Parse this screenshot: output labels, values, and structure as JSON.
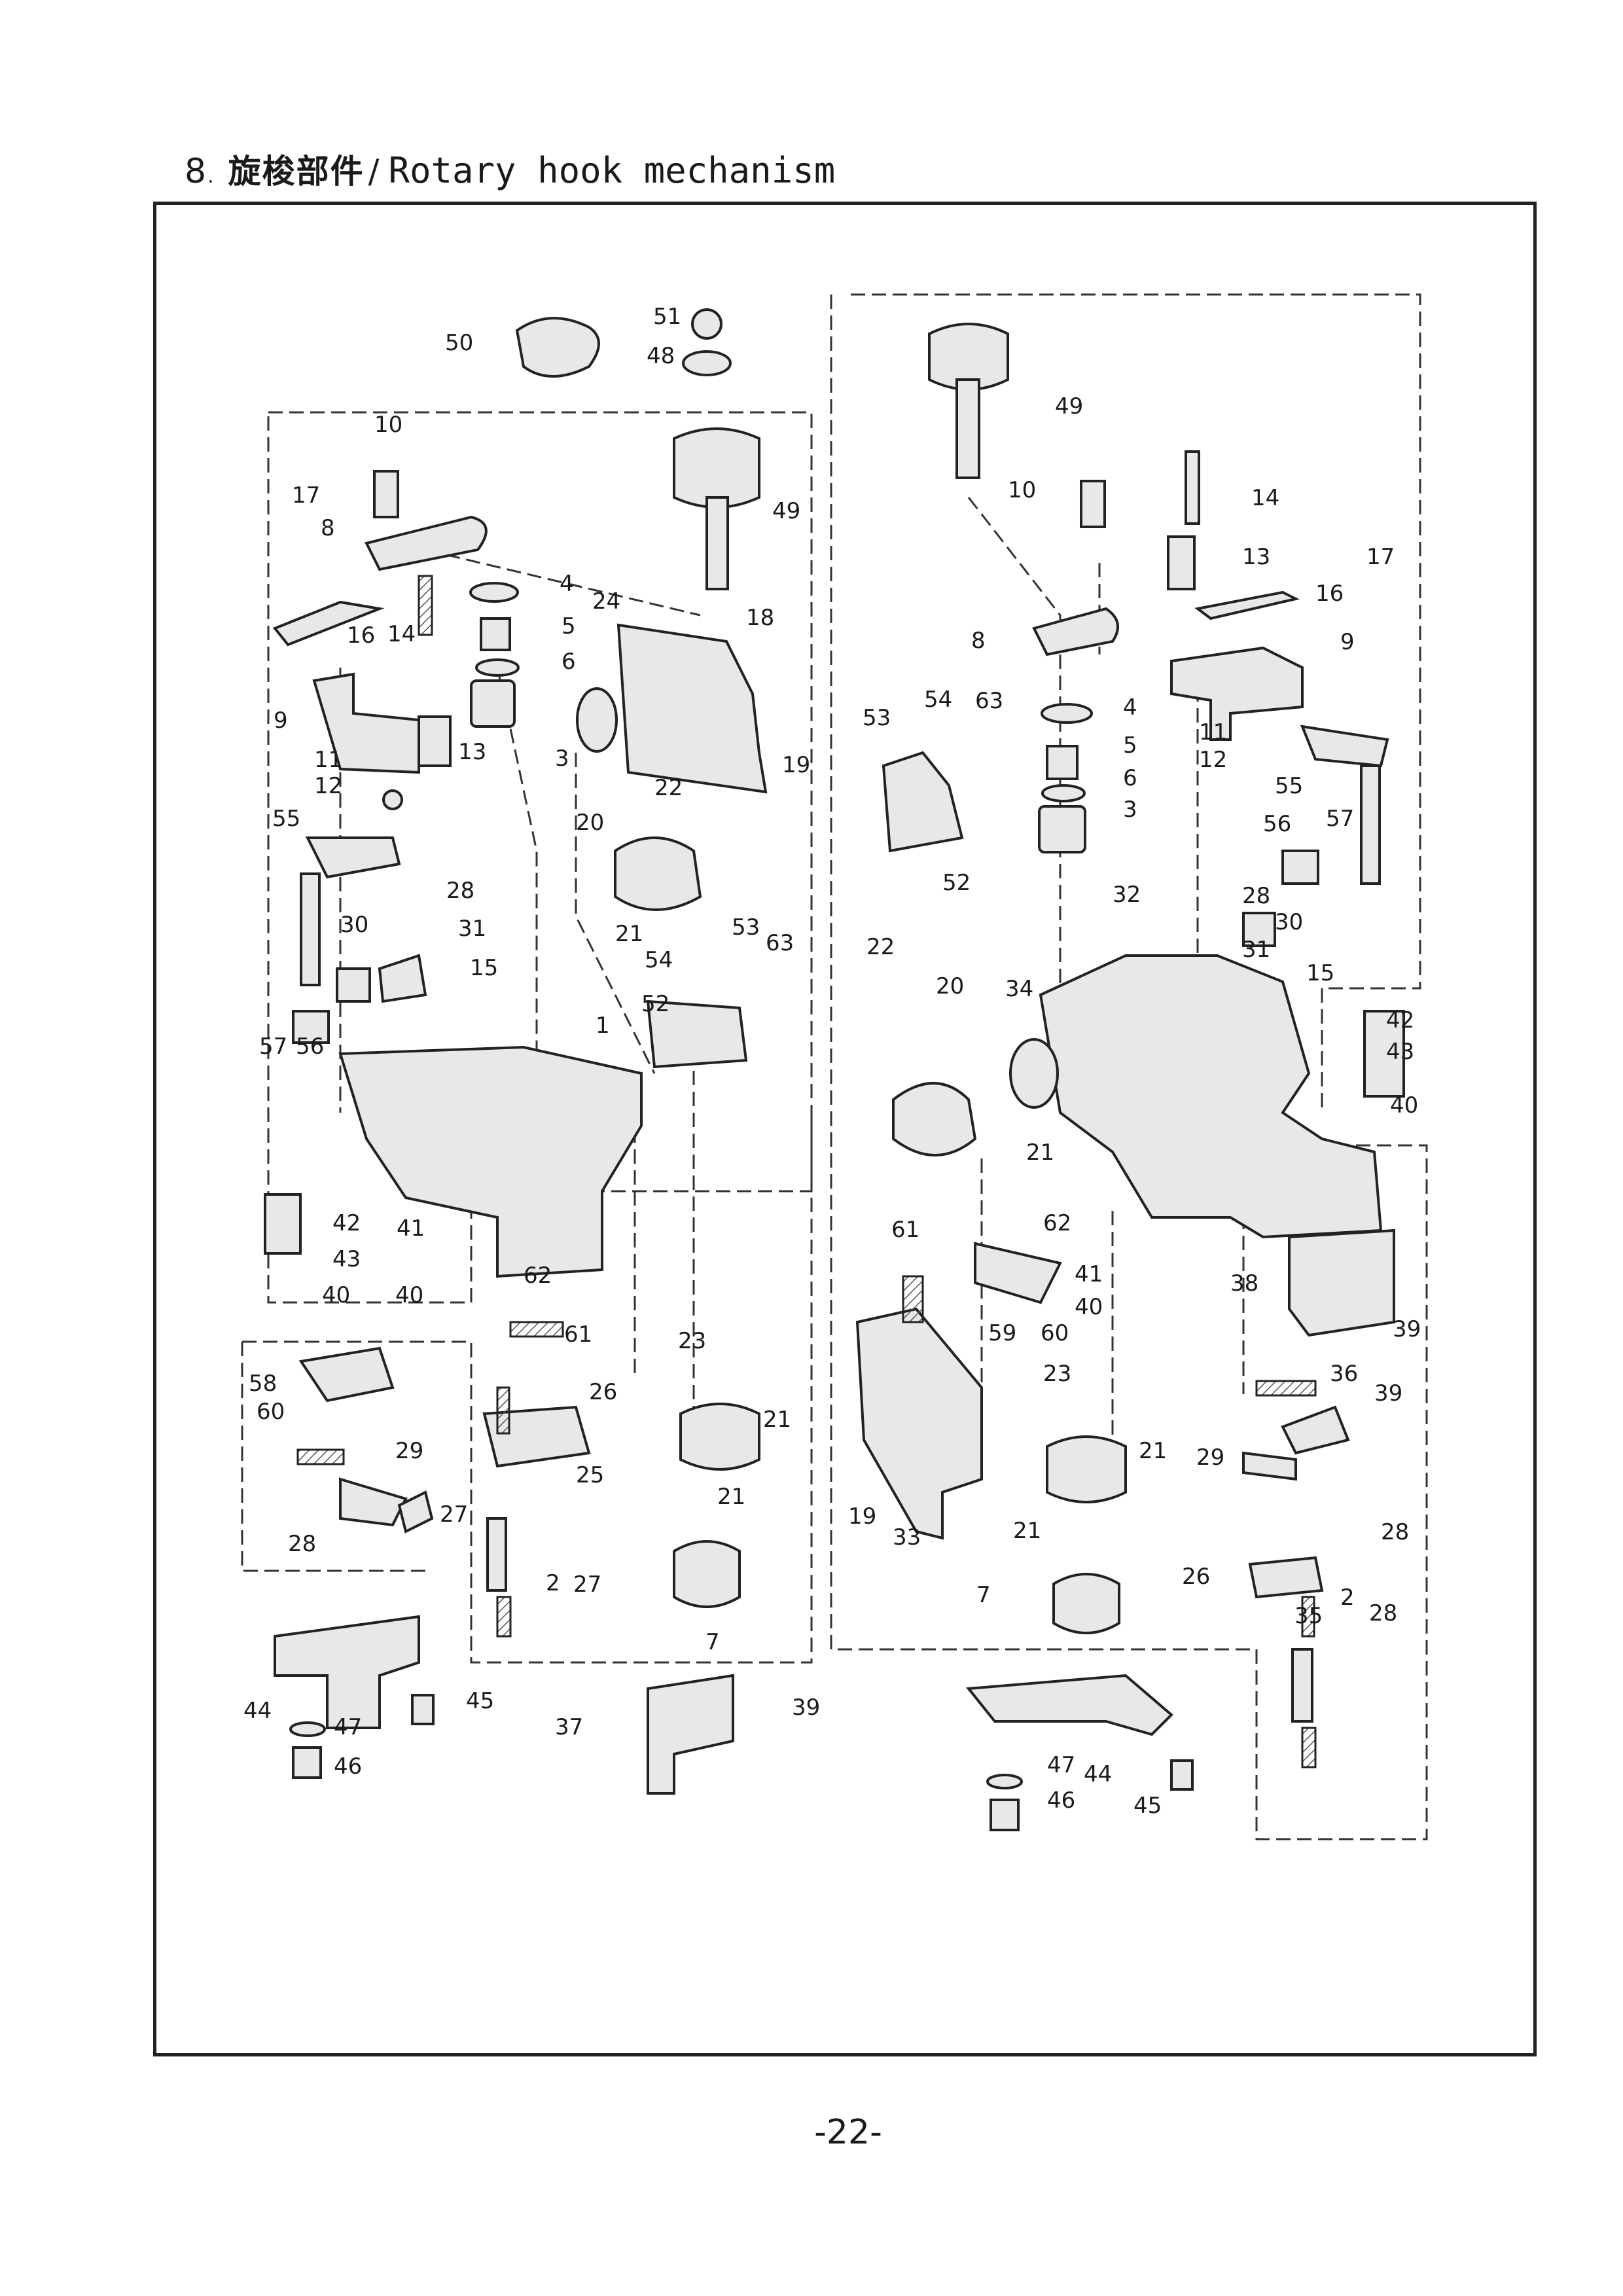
{
  "section": {
    "number": "8",
    "title_cn": "旋梭部件",
    "separator": "/",
    "title_en": "Rotary hook mechanism"
  },
  "page_number": "-22-",
  "parts": {
    "left": [
      {
        "no": "50"
      },
      {
        "no": "51"
      },
      {
        "no": "48"
      },
      {
        "no": "10"
      },
      {
        "no": "49"
      },
      {
        "no": "17"
      },
      {
        "no": "8"
      },
      {
        "no": "4"
      },
      {
        "no": "24"
      },
      {
        "no": "18"
      },
      {
        "no": "5"
      },
      {
        "no": "16"
      },
      {
        "no": "14"
      },
      {
        "no": "6"
      },
      {
        "no": "9"
      },
      {
        "no": "13"
      },
      {
        "no": "3"
      },
      {
        "no": "19"
      },
      {
        "no": "11"
      },
      {
        "no": "12"
      },
      {
        "no": "22"
      },
      {
        "no": "20"
      },
      {
        "no": "55"
      },
      {
        "no": "28"
      },
      {
        "no": "30"
      },
      {
        "no": "31"
      },
      {
        "no": "21"
      },
      {
        "no": "53"
      },
      {
        "no": "63"
      },
      {
        "no": "15"
      },
      {
        "no": "54"
      },
      {
        "no": "52"
      },
      {
        "no": "1"
      },
      {
        "no": "57"
      },
      {
        "no": "56"
      },
      {
        "no": "42"
      },
      {
        "no": "43"
      },
      {
        "no": "41"
      },
      {
        "no": "40"
      },
      {
        "no": "62"
      },
      {
        "no": "40"
      },
      {
        "no": "61"
      },
      {
        "no": "58"
      },
      {
        "no": "60"
      },
      {
        "no": "23"
      },
      {
        "no": "21"
      },
      {
        "no": "26"
      },
      {
        "no": "29"
      },
      {
        "no": "25"
      },
      {
        "no": "21"
      },
      {
        "no": "27"
      },
      {
        "no": "28"
      },
      {
        "no": "27"
      },
      {
        "no": "2"
      },
      {
        "no": "7"
      },
      {
        "no": "44"
      },
      {
        "no": "45"
      },
      {
        "no": "47"
      },
      {
        "no": "46"
      },
      {
        "no": "37"
      },
      {
        "no": "39"
      }
    ],
    "right": [
      {
        "no": "49"
      },
      {
        "no": "10"
      },
      {
        "no": "14"
      },
      {
        "no": "13"
      },
      {
        "no": "17"
      },
      {
        "no": "16"
      },
      {
        "no": "8"
      },
      {
        "no": "9"
      },
      {
        "no": "54"
      },
      {
        "no": "63"
      },
      {
        "no": "53"
      },
      {
        "no": "4"
      },
      {
        "no": "11"
      },
      {
        "no": "5"
      },
      {
        "no": "12"
      },
      {
        "no": "6"
      },
      {
        "no": "55"
      },
      {
        "no": "3"
      },
      {
        "no": "57"
      },
      {
        "no": "56"
      },
      {
        "no": "52"
      },
      {
        "no": "32"
      },
      {
        "no": "28"
      },
      {
        "no": "30"
      },
      {
        "no": "31"
      },
      {
        "no": "22"
      },
      {
        "no": "20"
      },
      {
        "no": "34"
      },
      {
        "no": "15"
      },
      {
        "no": "42"
      },
      {
        "no": "43"
      },
      {
        "no": "40"
      },
      {
        "no": "21"
      },
      {
        "no": "61"
      },
      {
        "no": "62"
      },
      {
        "no": "41"
      },
      {
        "no": "40"
      },
      {
        "no": "38"
      },
      {
        "no": "59"
      },
      {
        "no": "60"
      },
      {
        "no": "39"
      },
      {
        "no": "23"
      },
      {
        "no": "36"
      },
      {
        "no": "39"
      },
      {
        "no": "21"
      },
      {
        "no": "29"
      },
      {
        "no": "19"
      },
      {
        "no": "33"
      },
      {
        "no": "21"
      },
      {
        "no": "28"
      },
      {
        "no": "26"
      },
      {
        "no": "7"
      },
      {
        "no": "35"
      },
      {
        "no": "28"
      },
      {
        "no": "2"
      },
      {
        "no": "47"
      },
      {
        "no": "44"
      },
      {
        "no": "46"
      },
      {
        "no": "45"
      }
    ]
  }
}
